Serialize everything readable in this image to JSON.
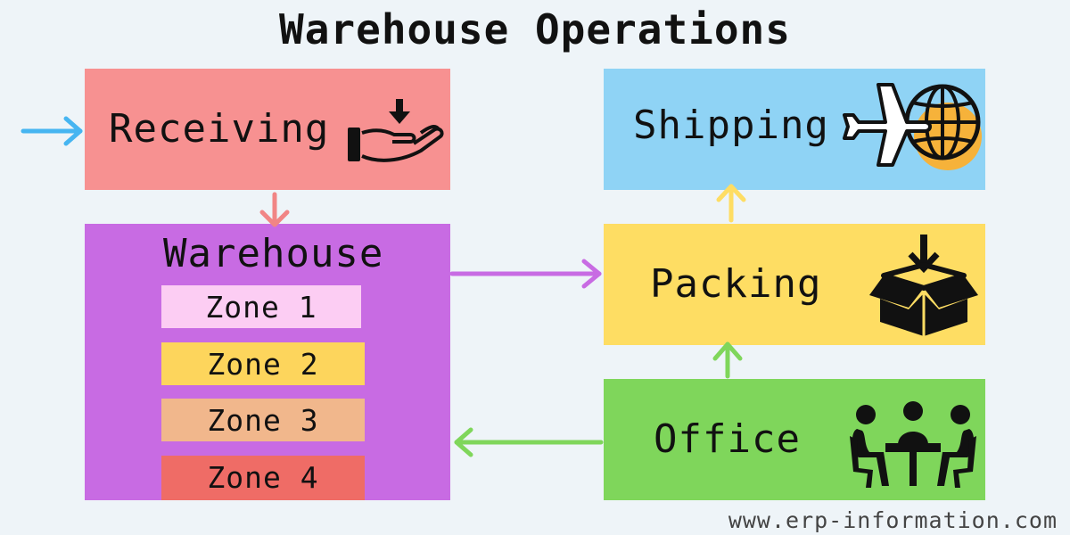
{
  "title": "Warehouse Operations",
  "nodes": {
    "receiving": {
      "label": "Receiving",
      "color": "#f79191"
    },
    "warehouse": {
      "label": "Warehouse",
      "color": "#c86be3"
    },
    "shipping": {
      "label": "Shipping",
      "color": "#8fd3f5"
    },
    "packing": {
      "label": "Packing",
      "color": "#fedd63"
    },
    "office": {
      "label": "Office",
      "color": "#7fd65b"
    }
  },
  "zones": [
    {
      "label": "Zone 1",
      "color": "#fccdf3"
    },
    {
      "label": "Zone 2",
      "color": "#fdd55c"
    },
    {
      "label": "Zone 3",
      "color": "#f1b78c"
    },
    {
      "label": "Zone 4",
      "color": "#ef6c66"
    }
  ],
  "icons": {
    "receiving": "hand-receive-icon",
    "shipping": "plane-globe-icon",
    "packing": "box-drop-icon",
    "office": "meeting-table-icon"
  },
  "arrow_colors": {
    "entry": "#46b5f1",
    "receiving_to_warehouse": "#f18585",
    "warehouse_to_packing": "#c86be3",
    "packing_to_shipping": "#fedd63",
    "office_to_packing": "#7fd65b",
    "office_to_warehouse": "#7fd65b"
  },
  "footer": "www.erp-information.com"
}
